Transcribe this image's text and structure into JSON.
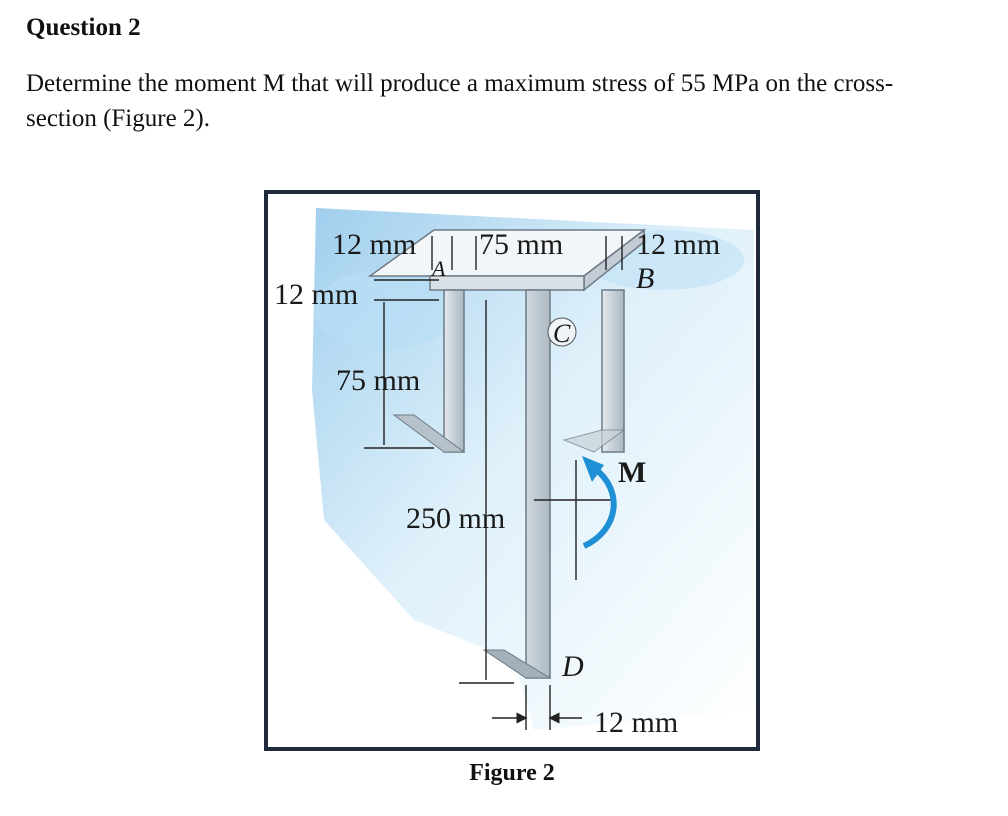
{
  "question": {
    "title": "Question 2",
    "text": "Determine the moment M that will produce a maximum stress of 55 MPa on the cross- section (Figure 2)."
  },
  "figure": {
    "caption": "Figure 2",
    "labels": {
      "dim_top_left": "12 mm",
      "dim_top_mid": "75 mm",
      "dim_top_right": "12 mm",
      "dim_left_thickness": "12 mm",
      "dim_leg_height": "75 mm",
      "dim_total_height": "250 mm",
      "dim_bottom": "12 mm",
      "point_a": "A",
      "point_b": "B",
      "point_c": "C",
      "point_d": "D",
      "moment": "M"
    },
    "colors": {
      "frame": "#1e2a3a",
      "bg_light": "#d6ecf8",
      "bg_mid": "#a9d3ee",
      "steel_top": "#eef2f5",
      "steel_side": "#b9c3cc",
      "steel_front": "#d3dbe2",
      "arrow": "#1f8fd6"
    }
  }
}
